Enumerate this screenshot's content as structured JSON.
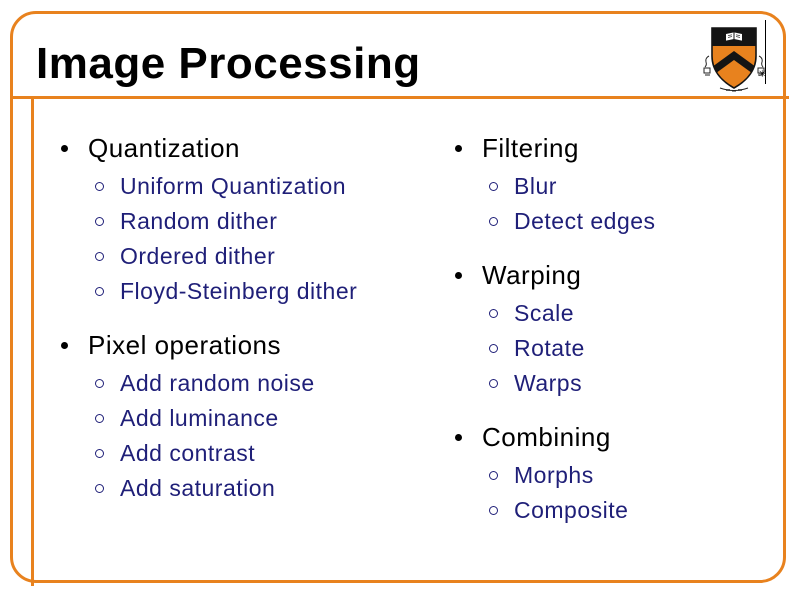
{
  "slide": {
    "title": "Image Processing",
    "columns": [
      {
        "sections": [
          {
            "heading": "Quantization",
            "items": [
              "Uniform Quantization",
              "Random dither",
              "Ordered dither",
              "Floyd-Steinberg dither"
            ]
          },
          {
            "heading": "Pixel operations",
            "items": [
              "Add random noise",
              "Add luminance",
              "Add contrast",
              "Add saturation"
            ]
          }
        ]
      },
      {
        "sections": [
          {
            "heading": "Filtering",
            "items": [
              "Blur",
              "Detect edges"
            ]
          },
          {
            "heading": "Warping",
            "items": [
              "Scale",
              "Rotate",
              "Warps"
            ]
          },
          {
            "heading": "Combining",
            "items": [
              "Morphs",
              "Composite"
            ]
          }
        ]
      }
    ],
    "colors": {
      "accent": "#E8821E",
      "heading_text": "#000000",
      "item_text": "#1F1F78"
    },
    "icons": {
      "logo": "princeton-shield",
      "level1_bullet": "disc-bullet",
      "level2_bullet": "circle-bullet"
    },
    "decor": {
      "footnote_mark": "✳"
    }
  }
}
